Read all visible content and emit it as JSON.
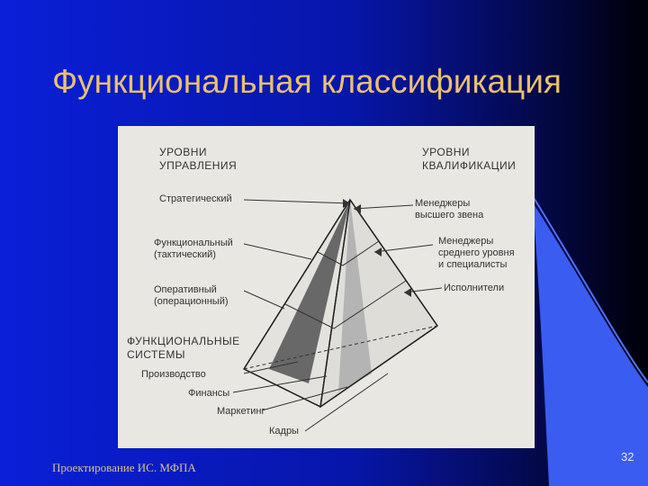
{
  "slide": {
    "title": "Функциональная классификация",
    "footer": "Проектирование ИС. МФПА",
    "page_number": "32"
  },
  "figure": {
    "left_header": [
      "УРОВНИ",
      "УПРАВЛЕНИЯ"
    ],
    "right_header": [
      "УРОВНИ",
      "КВАЛИФИКАЦИИ"
    ],
    "management_levels": [
      [
        "Стратегический"
      ],
      [
        "Функциональный",
        "(тактический)"
      ],
      [
        "Оперативный",
        "(операционный)"
      ]
    ],
    "systems_header": [
      "ФУНКЦИОНАЛЬНЫЕ",
      "СИСТЕМЫ"
    ],
    "systems": [
      "Производство",
      "Финансы",
      "Маркетинг",
      "Кадры"
    ],
    "qualification_levels": [
      [
        "Менеджеры",
        "высшего звена"
      ],
      [
        "Менеджеры",
        "среднего уровня",
        "и специалисты"
      ],
      [
        "Исполнители"
      ]
    ]
  },
  "colors": {
    "background_dark": "#000010",
    "background_blue": "#0a2ad0",
    "accent_light_blue": "#3a5cf0",
    "title": "#e8c070",
    "figure_bg": "#e9e7e2"
  }
}
